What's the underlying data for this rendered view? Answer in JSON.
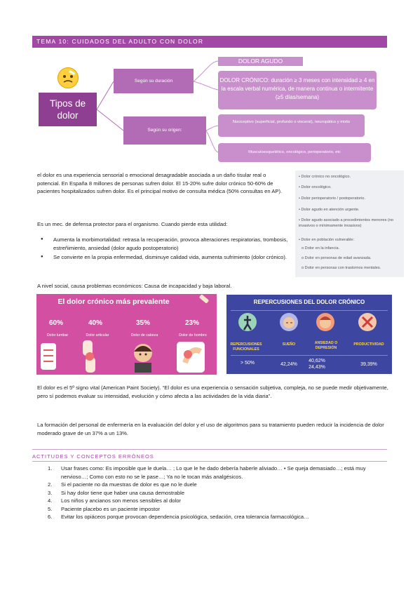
{
  "header": {
    "title": "TEMA 10: CUIDADOS DEL ADULTO CON DOLOR"
  },
  "diagram": {
    "root": "Tipos de dolor",
    "branch1": "Según su duración",
    "branch2": "Según su origen:",
    "agudo": "DOLOR AGUDO",
    "cronico": "DOLOR CRÓNICO: duración ≥ 3 meses con intensidad ≥ 4 en la escala verbal numérica, de manera continua o intermitente (≥5 días/semana)",
    "nociceptivo": "Nociceptivo (superficial, profundo o visceral), neuropático y mixto",
    "musculo": "Musculoesquelético, oncológico, perioperatorio, etc"
  },
  "body": {
    "p1": "el dolor es una experiencia sensorial o emocional desagradable asociada a un daño tisular real o potencial. En España 8 millones de personas sufren dolor. El 15-20% sufre dolor crónico 50-60% de pacientes hospitalizados sufren dolor. Es el principal motivo de consulta médica (50% consultas en AP).",
    "p2": "Es un mec. de defensa protector para el organismo. Cuando pierde esta utilidad:",
    "bullets": [
      "Aumenta la morbimortalidad: retrasa la recuperación, provoca alteraciones respiratorias, trombosis, estreñimiento, ansiedad (dolor agudo postoperatorio)",
      "Se convierte en la propia enfermedad, disminuye calidad vida, aumenta sufrimiento (dolor crónico)."
    ],
    "p3": "A nivel social, causa problemas económicos: Causa de incapacidad y baja laboral.",
    "p4": "El dolor es el 5º signo vital (American Paint Society). “El dolor es una experiencia o sensación subjetiva, compleja, no se puede medir objetivamente, pero sí podemos evaluar su intensidad, evolución y cómo afecta a las actividades de la vida diaria”.",
    "p5": "La formación del personal de enfermería en la evaluación del dolor y el uso de algoritmos para su tratamiento pueden reducir la incidencia de dolor moderado grave de un 37% a un 13%."
  },
  "graybox": {
    "items": [
      "• Dolor crónico no oncológico.",
      "• Dolor oncológico.",
      "• Dolor perioperatorio / postoperatorio.",
      "• Dolor agudo en atención urgente.",
      "• Dolor agudo asociado a procedimientos menores (no invasivos o mínimamente invasivos)",
      "• Dolor en población vulnerable:",
      "o Dolor en la infancia.",
      "o Dolor en personas de edad avanzada.",
      "o Dolor en personas con trastornos mentales."
    ]
  },
  "infographic1": {
    "title": "El dolor crónico más prevalente",
    "items": [
      {
        "pct": "60%",
        "label": "Dolor lumbar"
      },
      {
        "pct": "40%",
        "label": "Dolor articular"
      },
      {
        "pct": "35%",
        "label": "Dolor de cabeza"
      },
      {
        "pct": "23%",
        "label": "Dolor de hombro"
      }
    ],
    "colors": {
      "bg": "#d24fa2"
    }
  },
  "infographic2": {
    "title": "REPERCUSIONES DEL DOLOR CRÓNICO",
    "items": [
      {
        "label": "REPERCUSIONES FUNCIONALES",
        "value": "> 50%"
      },
      {
        "label": "SUEÑO",
        "value": "42,24%"
      },
      {
        "label": "ANSIEDAD O DEPRESIÓN",
        "value": "40,62% 24,43%"
      },
      {
        "label": "PRODUCTIVIDAD",
        "value": "39,39%"
      }
    ],
    "colors": {
      "bg": "#3d46a1",
      "accent": "#ffd84a"
    }
  },
  "section": {
    "title": "ACTITUDES Y CONCEPTOS ERRÓNEOS",
    "items": [
      {
        "n": "1.",
        "text": "Usar frases como: Es imposible que le duela… ; Lo que le he dado debería haberle aliviado… • Se queja demasiado…; está muy nervioso…; Como con esto no se le pase…; Ya no le tocan más analgésicos."
      },
      {
        "n": "2.",
        "text": "Si el paciente no da muestras de dolor es que no le duele"
      },
      {
        "n": "3.",
        "text": "Si hay dolor tiene que haber una causa demostrable"
      },
      {
        "n": "4.",
        "text": "Los niños y ancianos son menos sensibles al dolor"
      },
      {
        "n": "5.",
        "text": "Paciente placebo es un paciente impostor"
      },
      {
        "n": "6.",
        "text": "Evitar los opiáceos porque provocan dependencia psicológica, sedación, crea tolerancia farmacológica…"
      }
    ]
  }
}
